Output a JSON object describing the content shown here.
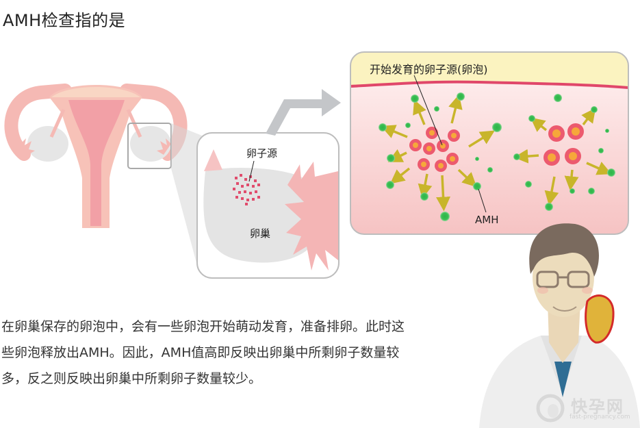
{
  "title": "AMH检查指的是",
  "labels": {
    "developing_follicles": "开始发育的卵子源(卵泡)",
    "amh": "AMH",
    "egg_source": "卵子源",
    "ovary": "卵巢"
  },
  "paragraph": {
    "line1": "在卵巢保存的卵泡中，会有一些卵泡开始萌动发育，准备排卵。此时这",
    "line2": "些卵泡释放出AMH。因此，AMH值高即反映出卵巢中所剩卵子数量较",
    "line3": "多，反之则反映出卵巢中所剩卵子数量较少。"
  },
  "watermark": {
    "name": "快孕网",
    "url": "fast-pregnancy.com"
  },
  "colors": {
    "uterus_pink": "#f5b8b8",
    "uterus_dark": "#f09aa2",
    "ovary_gray": "#e6e6e6",
    "panel_border": "#bdbdbd",
    "arrow_gray": "#c4c6c9",
    "follicle_outer": "#ec5a6e",
    "follicle_inner": "#f6a83a",
    "amh_green": "#2fb84a",
    "arrow_yellow": "#c8b52a",
    "cream_band": "#fbf3c0",
    "red_line": "#e0476a",
    "tissue_pink": "#f7c9c9"
  }
}
